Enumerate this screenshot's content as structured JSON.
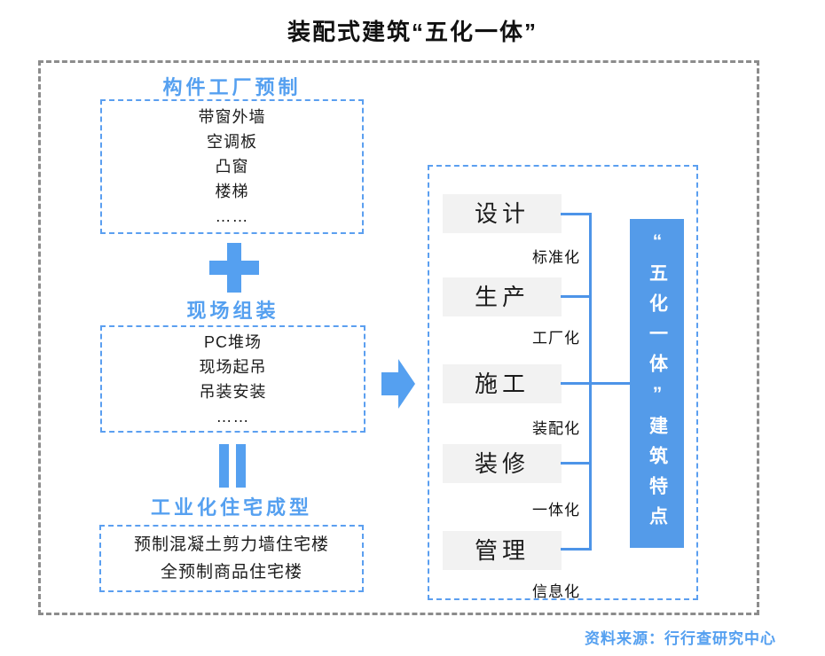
{
  "title": "装配式建筑“五化一体”",
  "source_note": "资料来源：行行查研究中心",
  "colors": {
    "accent_blue": "#55A0F0",
    "dashed_border_blue": "#5B9FF0",
    "connector_blue": "#4D94E8",
    "result_box_blue": "#549BE9",
    "outer_frame_gray": "#8c8c8c",
    "step_box_gray": "#f2f2f2"
  },
  "icons": {
    "plus": "plus-icon",
    "equals": "equals-icon",
    "arrow": "arrow-right-icon"
  },
  "left_flow": {
    "stages": [
      {
        "heading": "构件工厂预制",
        "items": [
          "带窗外墙",
          "空调板",
          "凸窗",
          "楼梯",
          "……"
        ]
      },
      {
        "heading": "现场组装",
        "items": [
          "PC堆场",
          "现场起吊",
          "吊装安装",
          "……"
        ]
      },
      {
        "heading": "工业化住宅成型",
        "items": [
          "预制混凝土剪力墙住宅楼",
          "全预制商品住宅楼"
        ]
      }
    ]
  },
  "right_panel": {
    "steps": [
      {
        "name": "设计",
        "attribute": "标准化"
      },
      {
        "name": "生产",
        "attribute": "工厂化"
      },
      {
        "name": "施工",
        "attribute": "装配化"
      },
      {
        "name": "装修",
        "attribute": "一体化"
      },
      {
        "name": "管理",
        "attribute": "信息化"
      }
    ],
    "result_label": "“五化一体”建筑特点"
  }
}
